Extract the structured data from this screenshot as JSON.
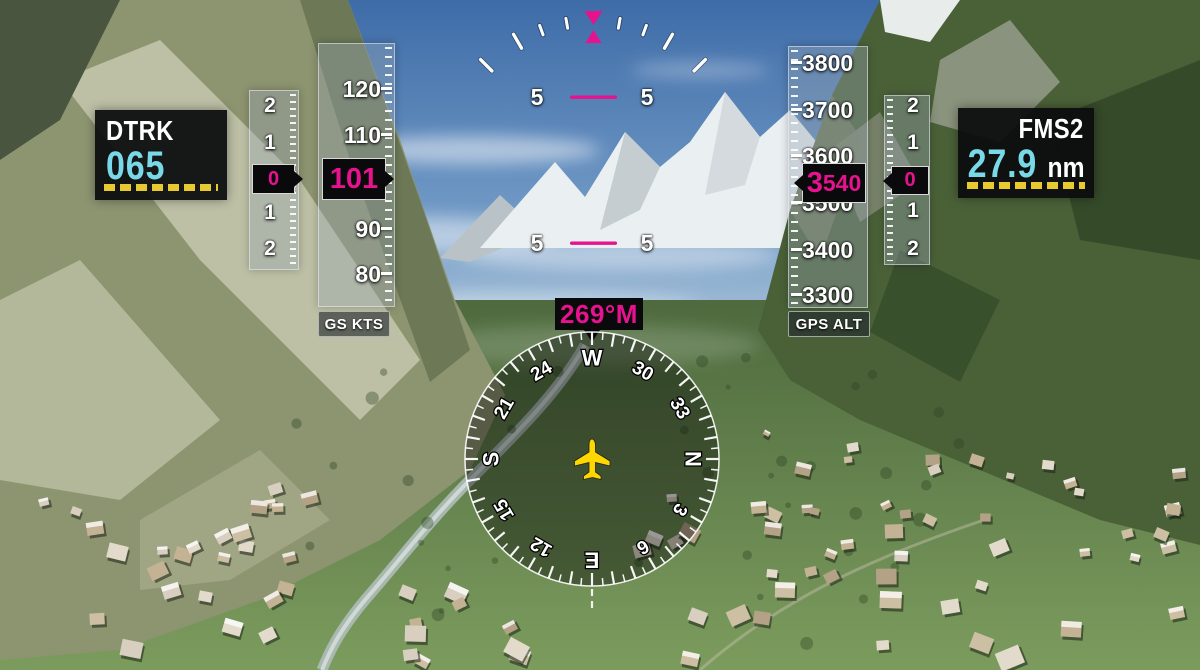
{
  "display_type": "synthetic-vision-primary-flight-display",
  "dtrk": {
    "label": "DTRK",
    "value": "065"
  },
  "fms": {
    "label": "FMS2",
    "value": "27.9",
    "unit": "nm"
  },
  "gs_tape": {
    "label": "GS KTS",
    "value": "101",
    "scale_labels": [
      "120",
      "110",
      "90",
      "80"
    ]
  },
  "alt_tape": {
    "label": "GPS ALT",
    "value_major": "3",
    "value_minor": "540",
    "scale_labels": [
      "3800",
      "3700",
      "3600",
      "3500",
      "3400",
      "3300"
    ]
  },
  "vsi_left": {
    "value": "0",
    "scale_labels": [
      "2",
      "1",
      "1",
      "2"
    ]
  },
  "vsi_right": {
    "value": "0",
    "scale_labels": [
      "2",
      "1",
      "1",
      "2"
    ]
  },
  "heading": {
    "value": "269°M"
  },
  "pitch": {
    "upper": "5",
    "lower": "5"
  },
  "compass": {
    "heading_deg": 269,
    "labels": [
      "W",
      "30",
      "33",
      "N",
      "3",
      "6",
      "E",
      "12",
      "15",
      "S",
      "21",
      "24"
    ]
  },
  "icons": {
    "aircraft_symbol": "airplane-icon",
    "track_pointer": "magenta-triangle-down",
    "bank_pointer": "magenta-triangle-up",
    "heading_box_pointer": "black-triangle-down"
  },
  "colors": {
    "magenta": "#E6128E",
    "cyan": "#79D9E8",
    "dash_yellow": "#E9C930",
    "aircraft_yellow": "#FFD700",
    "tape_text": "#FFFFFF",
    "box_black": "#0A0A0C"
  }
}
